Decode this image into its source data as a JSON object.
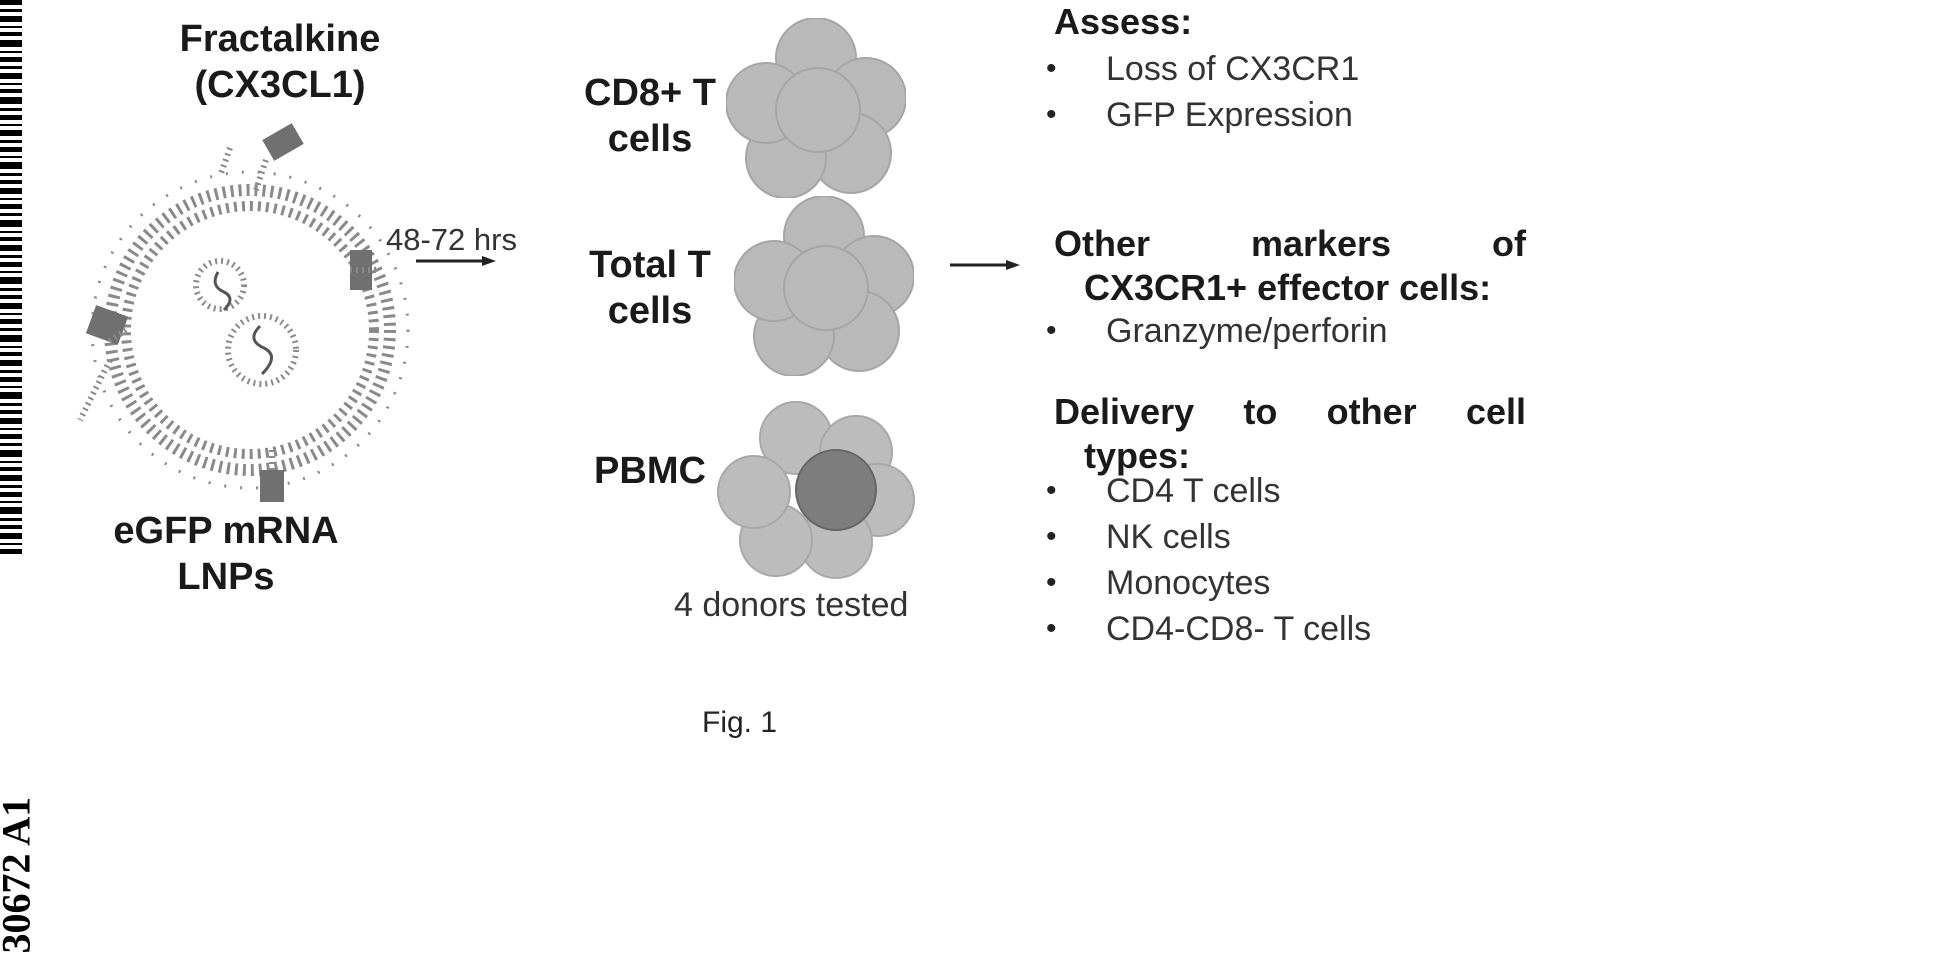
{
  "left": {
    "title_line1": "Fractalkine",
    "title_line2": "(CX3CL1)",
    "caption_line1": "eGFP mRNA",
    "caption_line2": "LNPs"
  },
  "arrow1_label": "48-72 hrs",
  "cells": [
    {
      "line1": "CD8+ T",
      "line2": "cells"
    },
    {
      "line1": "Total T",
      "line2": "cells"
    },
    {
      "line1": "PBMC",
      "line2": ""
    }
  ],
  "donors": "4 donors tested",
  "right": {
    "assess_heading": "Assess:",
    "assess_items": [
      "Loss of CX3CR1",
      "GFP Expression"
    ],
    "other_heading_words": [
      "Other",
      "markers",
      "of"
    ],
    "other_heading_line2": "CX3CR1+ effector cells:",
    "other_items": [
      "Granzyme/perforin"
    ],
    "delivery_heading_words": [
      "Delivery",
      "to",
      "other",
      "cell"
    ],
    "delivery_heading_line2": "types:",
    "delivery_items": [
      "CD4 T cells",
      "NK cells",
      "Monocytes",
      "CD4-CD8- T cells"
    ]
  },
  "figure_label": "Fig. 1",
  "side_number": "30672 A1",
  "colors": {
    "cluster_fill": "#b9b9b9",
    "cluster_core": "#7d7d7d",
    "lnp_stroke": "#8a8a8a"
  }
}
